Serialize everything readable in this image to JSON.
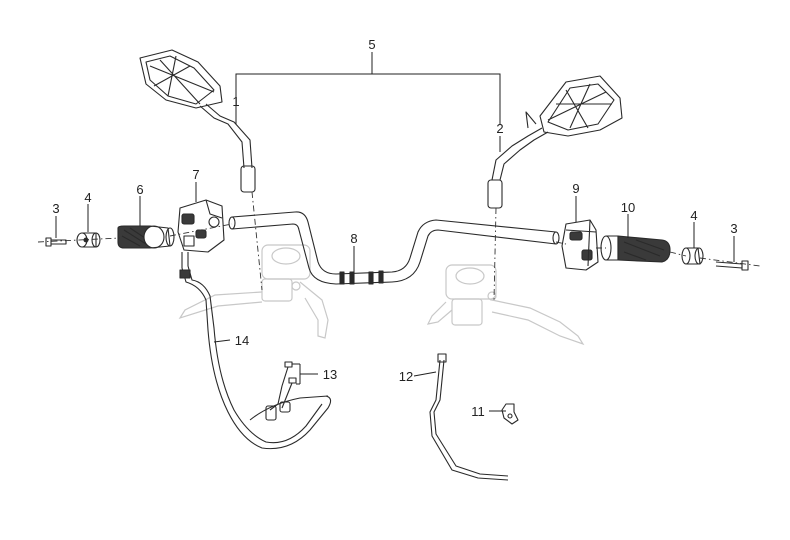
{
  "labels": [
    {
      "id": "1",
      "text": "1"
    },
    {
      "id": "2",
      "text": "2"
    },
    {
      "id": "3a",
      "text": "3"
    },
    {
      "id": "3b",
      "text": "3"
    },
    {
      "id": "4a",
      "text": "4"
    },
    {
      "id": "4b",
      "text": "4"
    },
    {
      "id": "5",
      "text": "5"
    },
    {
      "id": "6",
      "text": "6"
    },
    {
      "id": "7",
      "text": "7"
    },
    {
      "id": "8",
      "text": "8"
    },
    {
      "id": "9",
      "text": "9"
    },
    {
      "id": "10",
      "text": "10"
    },
    {
      "id": "11",
      "text": "11"
    },
    {
      "id": "12",
      "text": "12"
    },
    {
      "id": "13",
      "text": "13"
    },
    {
      "id": "14",
      "text": "14"
    }
  ],
  "colors": {
    "ink": "#2a2a2a",
    "ghost": "#c8c8c8",
    "grip": "#3a3a3a",
    "background": "#ffffff"
  }
}
